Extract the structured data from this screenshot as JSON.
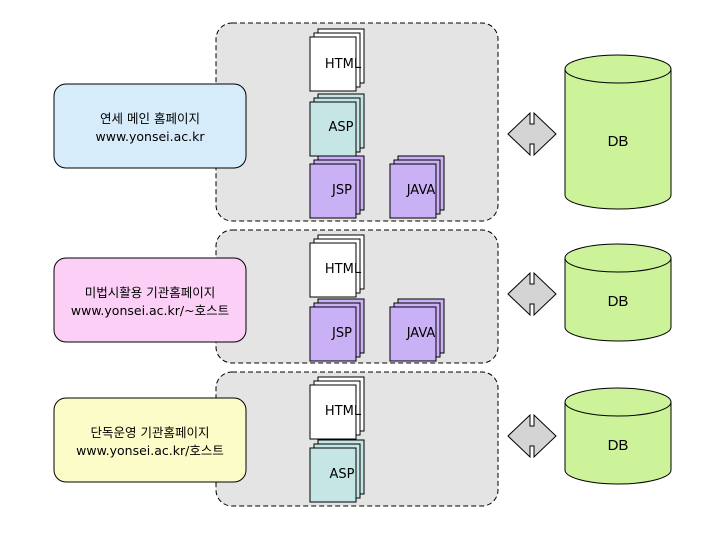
{
  "rows": [
    {
      "site_name": "연세 메인 홈페이지",
      "site_url": "www.yonsei.ac.kr",
      "color": "#d6ecfb",
      "docs": [
        "HTML",
        "ASP",
        "JSP",
        "JAVA"
      ],
      "db": "DB"
    },
    {
      "site_name": "미법시활용 기관홈페이지",
      "site_url": "www.yonsei.ac.kr/~호스트",
      "color": "#fcd0f6",
      "docs": [
        "HTML",
        "JSP",
        "JAVA"
      ],
      "db": "DB"
    },
    {
      "site_name": "단독운영 기관홈페이지",
      "site_url": "www.yonsei.ac.kr/호스트",
      "color": "#fcfcc8",
      "docs": [
        "HTML",
        "ASP"
      ],
      "db": "DB"
    }
  ],
  "doc_colors": {
    "HTML": "#ffffff",
    "ASP": "#c6e6e6",
    "JSP": "#cab0f4",
    "JAVA": "#cab0f4"
  },
  "db_color": "#ccf29a"
}
